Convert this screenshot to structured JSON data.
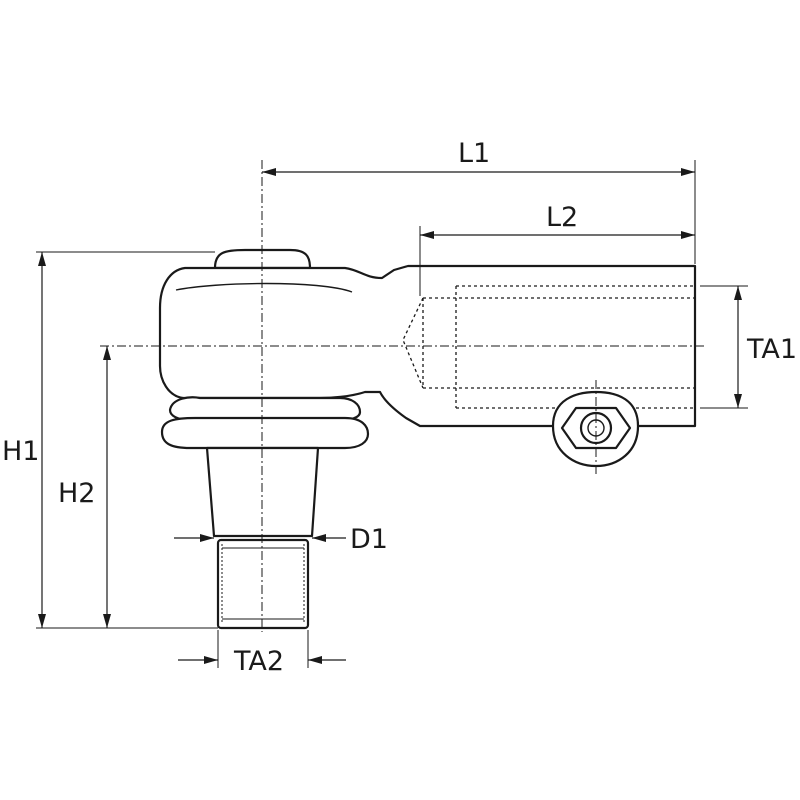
{
  "dimensions": {
    "l1": "L1",
    "l2": "L2",
    "ta1": "TA1",
    "h1": "H1",
    "h2": "H2",
    "d1": "D1",
    "ta2": "TA2"
  }
}
